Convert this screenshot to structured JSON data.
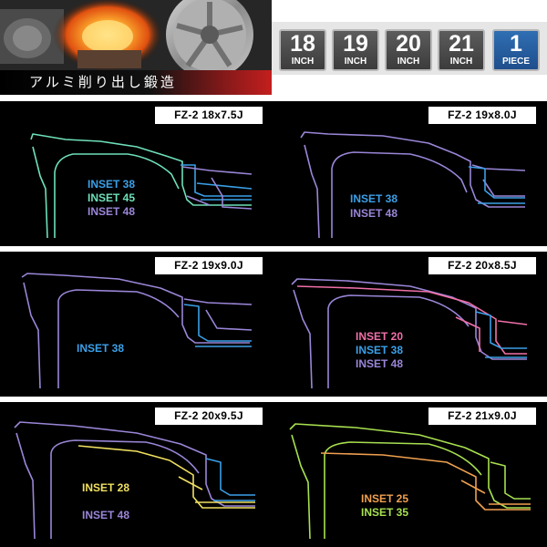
{
  "header": {
    "caption": "アルミ削り出し鍛造",
    "sizes": [
      {
        "num": "18",
        "unit": "INCH"
      },
      {
        "num": "19",
        "unit": "INCH"
      },
      {
        "num": "20",
        "unit": "INCH"
      },
      {
        "num": "21",
        "unit": "INCH"
      },
      {
        "num": "1",
        "unit": "PIECE"
      }
    ]
  },
  "panels": [
    {
      "label": "FZ-2  18x7.5J",
      "insets": [
        {
          "text": "INSET 38",
          "color": "#3aa0e8"
        },
        {
          "text": "INSET 45",
          "color": "#6ee0b8"
        },
        {
          "text": "INSET 48",
          "color": "#9a86d8"
        }
      ]
    },
    {
      "label": "FZ-2  19x8.0J",
      "insets": [
        {
          "text": "INSET 38",
          "color": "#3aa0e8"
        },
        {
          "text": "INSET 48",
          "color": "#9a86d8"
        }
      ]
    },
    {
      "label": "FZ-2  19x9.0J",
      "insets": [
        {
          "text": "INSET 38",
          "color": "#3aa0e8"
        }
      ]
    },
    {
      "label": "FZ-2  20x8.5J",
      "insets": [
        {
          "text": "INSET 20",
          "color": "#f070a8"
        },
        {
          "text": "INSET 38",
          "color": "#3aa0e8"
        },
        {
          "text": "INSET 48",
          "color": "#9a86d8"
        }
      ]
    },
    {
      "label": "FZ-2  20x9.5J",
      "insets": [
        {
          "text": "INSET 28",
          "color": "#f0e060"
        },
        {
          "text": "INSET 48",
          "color": "#9a86d8"
        }
      ]
    },
    {
      "label": "FZ-2  21x9.0J",
      "insets": [
        {
          "text": "INSET 25",
          "color": "#f0a050"
        },
        {
          "text": "INSET 35",
          "color": "#a8e050"
        }
      ]
    }
  ]
}
